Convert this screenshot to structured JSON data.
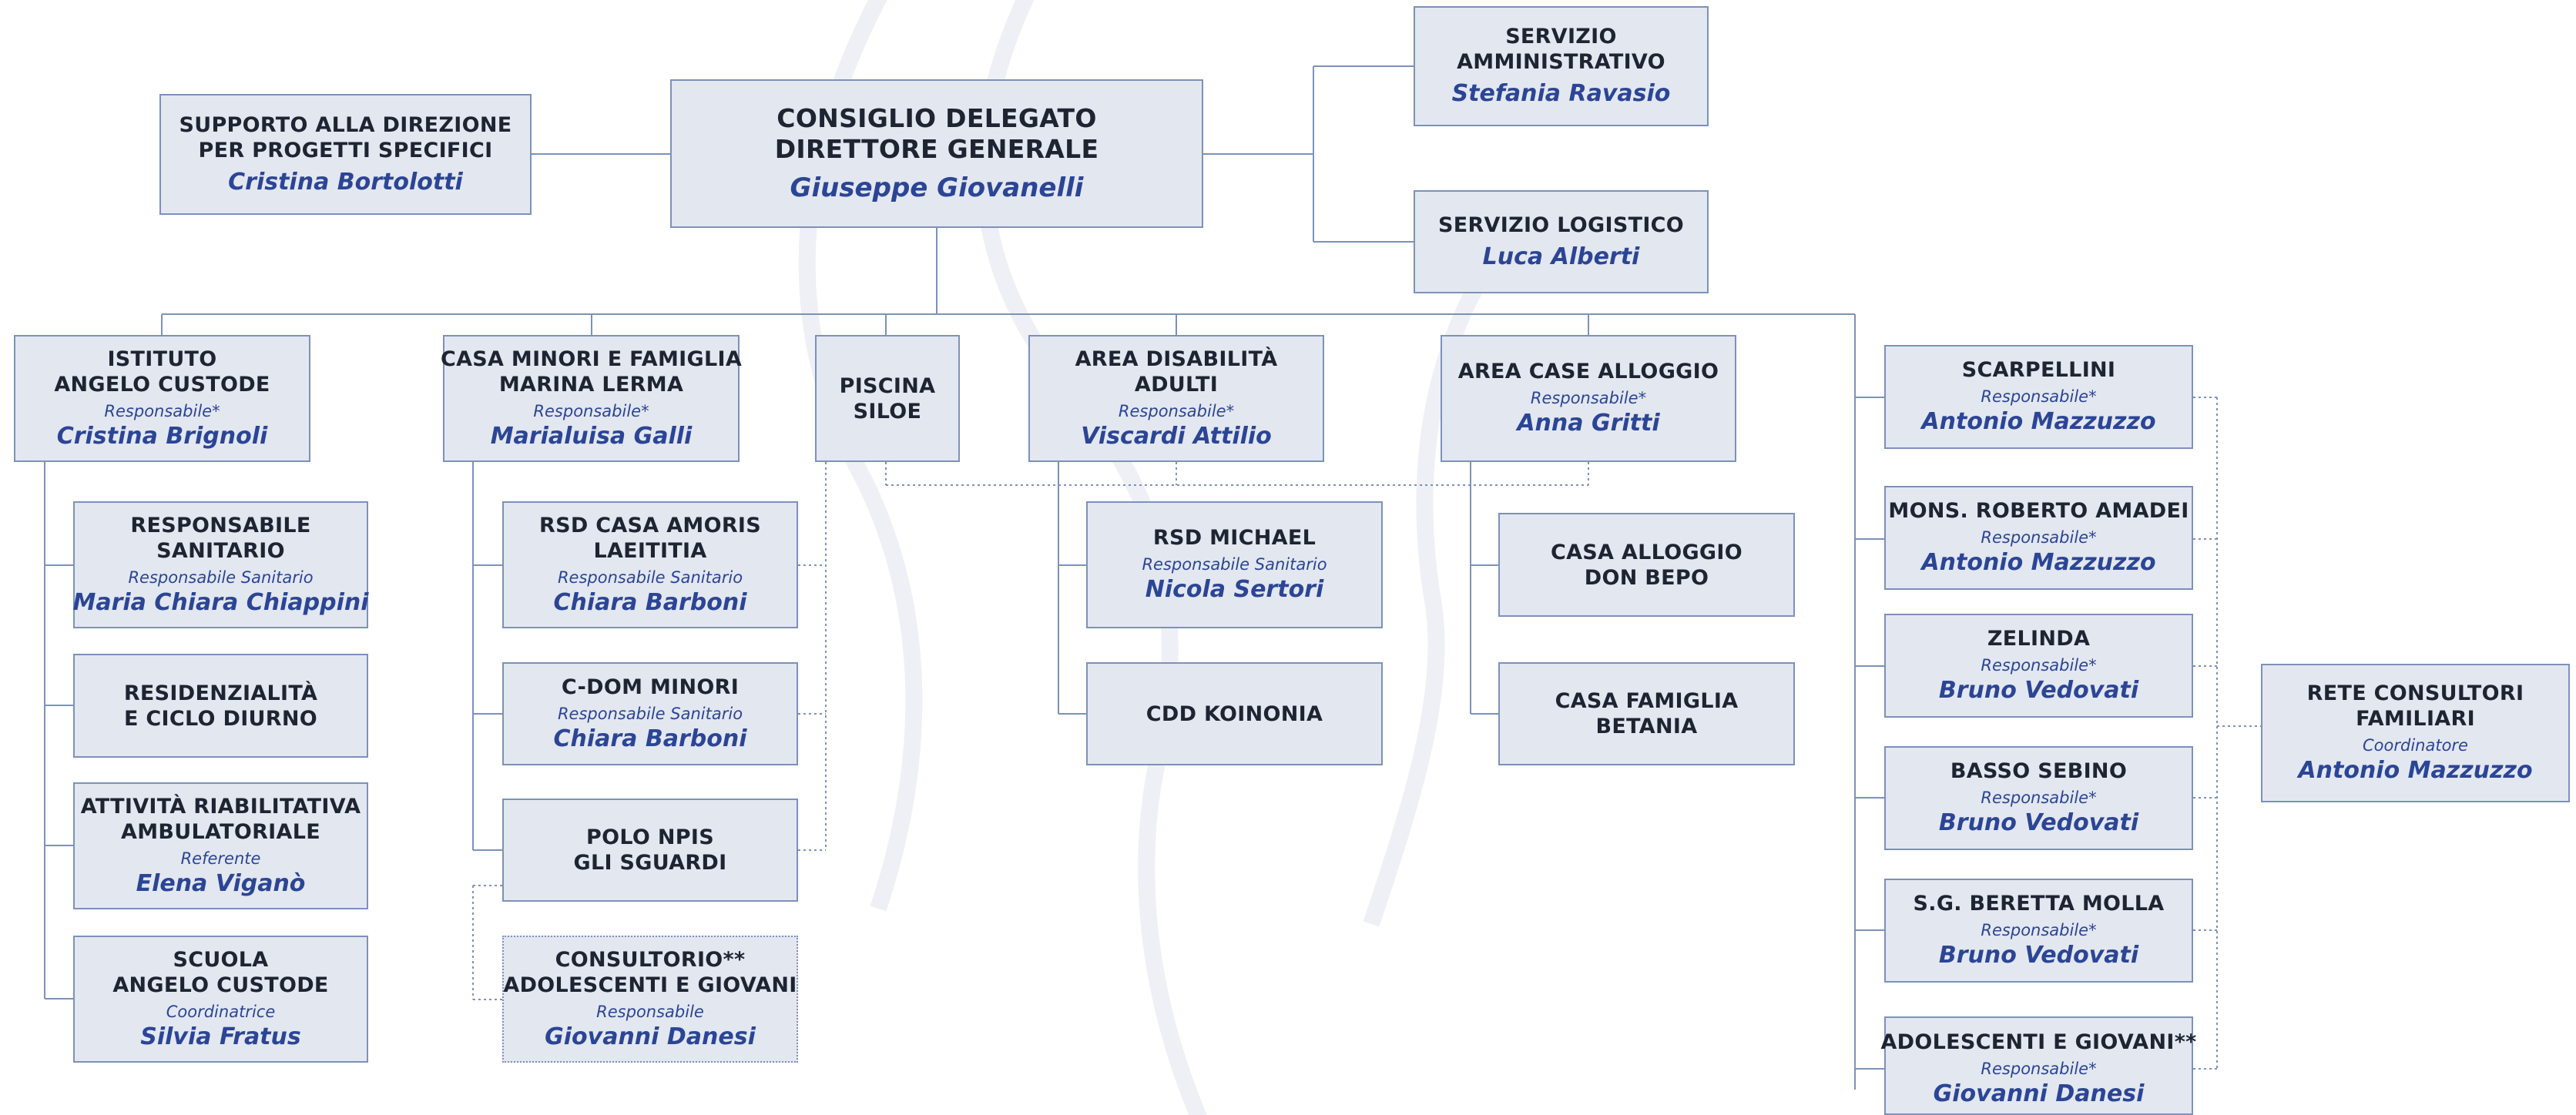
{
  "colors": {
    "box_fill": "#e3e7ef",
    "box_border": "#7d91bb",
    "line": "#7d91bb",
    "title_text": "#1f2433",
    "name_text": "#2b4596"
  },
  "nodes": {
    "top": {
      "title": [
        "CONSIGLIO DELEGATO",
        "DIRETTORE GENERALE"
      ],
      "name": "Giuseppe Giovanelli"
    },
    "supporto": {
      "title": [
        "SUPPORTO ALLA DIREZIONE",
        "PER PROGETTI SPECIFICI"
      ],
      "name": "Cristina Bortolotti"
    },
    "amm": {
      "title": [
        "SERVIZIO",
        "AMMINISTRATIVO"
      ],
      "name": "Stefania Ravasio"
    },
    "log": {
      "title": [
        "SERVIZIO LOGISTICO"
      ],
      "name": "Luca Alberti"
    },
    "iac": {
      "title": [
        "ISTITUTO",
        "ANGELO CUSTODE"
      ],
      "role": "Responsabile*",
      "name": "Cristina Brignoli"
    },
    "resp_san": {
      "title": [
        "RESPONSABILE",
        "SANITARIO"
      ],
      "role": "Responsabile Sanitario",
      "name": "Maria Chiara Chiappini"
    },
    "resid": {
      "title": [
        "RESIDENZIALITÀ",
        "E CICLO DIURNO"
      ]
    },
    "att_riab": {
      "title": [
        "ATTIVITÀ RIABILITATIVA",
        "AMBULATORIALE"
      ],
      "role": "Referente",
      "name": "Elena Viganò"
    },
    "scuola": {
      "title": [
        "SCUOLA",
        "ANGELO CUSTODE"
      ],
      "role": "Coordinatrice",
      "name": "Silvia Fratus"
    },
    "casa_min": {
      "title": [
        "CASA MINORI E FAMIGLIA",
        "MARINA LERMA"
      ],
      "role": "Responsabile*",
      "name": "Marialuisa Galli"
    },
    "rsd_amoris": {
      "title": [
        "RSD CASA AMORIS",
        "LAEITITIA"
      ],
      "role": "Responsabile Sanitario",
      "name": "Chiara Barboni"
    },
    "cdom": {
      "title": [
        "C-DOM MINORI"
      ],
      "role": "Responsabile Sanitario",
      "name": "Chiara Barboni"
    },
    "polo": {
      "title": [
        "POLO NPIS",
        "GLI SGUARDI"
      ]
    },
    "consultorio": {
      "title": [
        "CONSULTORIO**",
        "ADOLESCENTI E GIOVANI"
      ],
      "role": "Responsabile",
      "name": "Giovanni Danesi"
    },
    "piscina": {
      "title": [
        "PISCINA",
        "SILOE"
      ]
    },
    "dis": {
      "title": [
        "AREA DISABILITÀ",
        "ADULTI"
      ],
      "role": "Responsabile*",
      "name": "Viscardi Attilio"
    },
    "rsd_michael": {
      "title": [
        "RSD MICHAEL"
      ],
      "role": "Responsabile Sanitario",
      "name": "Nicola Sertori"
    },
    "cdd": {
      "title": [
        "CDD KOINONIA"
      ]
    },
    "case_all": {
      "title": [
        "AREA CASE ALLOGGIO"
      ],
      "role": "Responsabile*",
      "name": "Anna Gritti"
    },
    "don_bepo": {
      "title": [
        "CASA ALLOGGIO",
        "DON BEPO"
      ]
    },
    "betania": {
      "title": [
        "CASA FAMIGLIA",
        "BETANIA"
      ]
    },
    "scarpellini": {
      "title": [
        "SCARPELLINI"
      ],
      "role": "Responsabile*",
      "name": "Antonio Mazzuzzo"
    },
    "amadei": {
      "title": [
        "MONS. ROBERTO AMADEI"
      ],
      "role": "Responsabile*",
      "name": "Antonio Mazzuzzo"
    },
    "zelinda": {
      "title": [
        "ZELINDA"
      ],
      "role": "Responsabile*",
      "name": "Bruno Vedovati"
    },
    "basso": {
      "title": [
        "BASSO SEBINO"
      ],
      "role": "Responsabile*",
      "name": "Bruno Vedovati"
    },
    "beretta": {
      "title": [
        "S.G. BERETTA MOLLA"
      ],
      "role": "Responsabile*",
      "name": "Bruno Vedovati"
    },
    "adolescenti": {
      "title": [
        "ADOLESCENTI E GIOVANI**"
      ],
      "role": "Responsabile*",
      "name": "Giovanni Danesi"
    },
    "rete": {
      "title": [
        "RETE CONSULTORI",
        "FAMILIARI"
      ],
      "role": "Coordinatore",
      "name": "Antonio Mazzuzzo"
    }
  }
}
